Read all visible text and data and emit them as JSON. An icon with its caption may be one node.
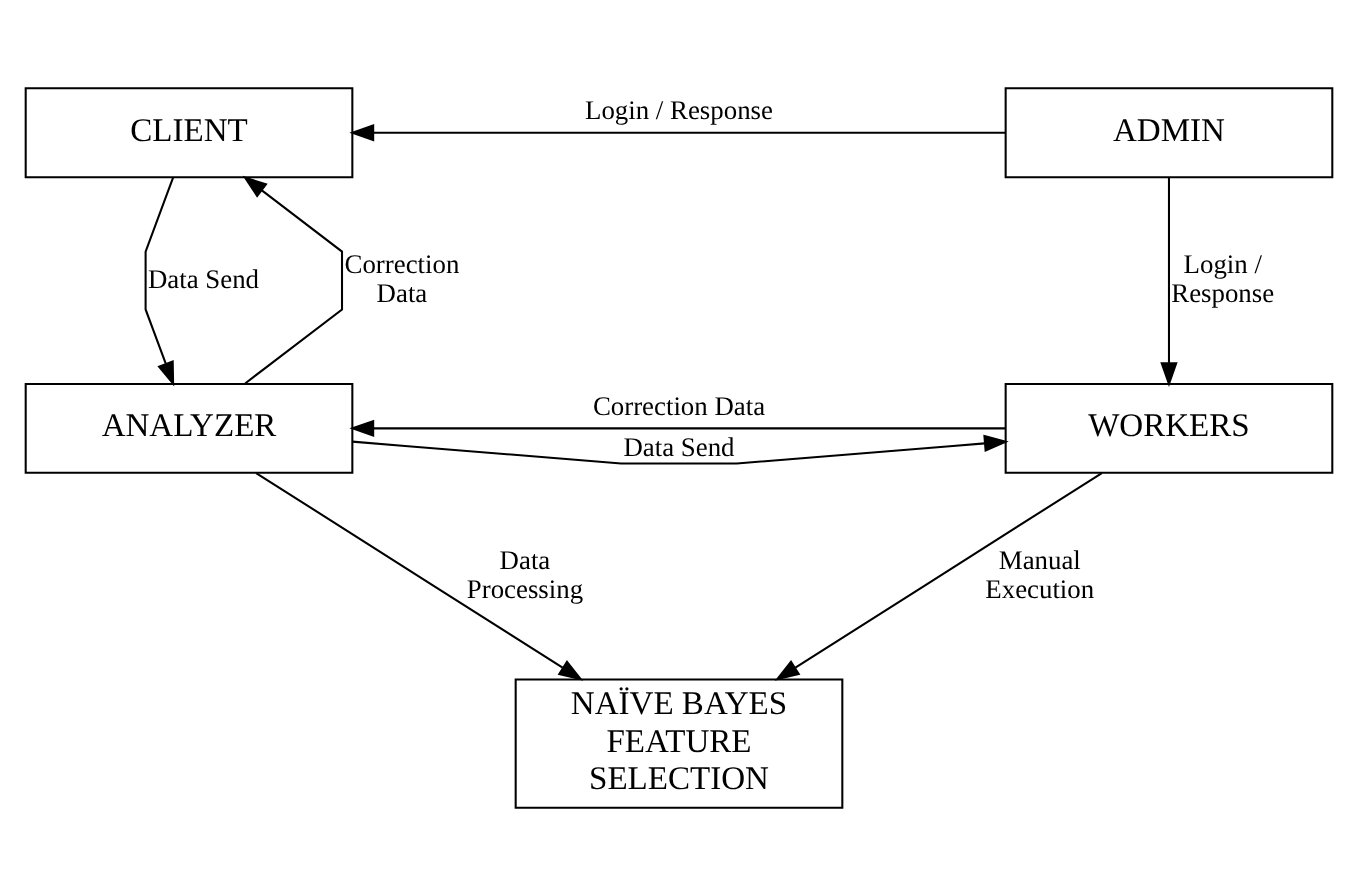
{
  "diagram": {
    "nodes": [
      {
        "text": [
          "CLIENT"
        ]
      },
      {
        "text": [
          "ADMIN"
        ]
      },
      {
        "text": [
          "ANALYZER"
        ]
      },
      {
        "text": [
          "WORKERS"
        ]
      },
      {
        "text": [
          "NAÏVE BAYES FEATURE SELECTION"
        ]
      }
    ],
    "edges": [
      {
        "from": 1,
        "to": 0,
        "arrow": "to",
        "label": "Login / Response"
      },
      {
        "from": 1,
        "to": 3,
        "arrow": "to",
        "label": "Login / Response"
      },
      {
        "from": 2,
        "to": 0,
        "arrow": "to",
        "label": "Correction Data"
      },
      {
        "from": 0,
        "to": 2,
        "arrow": "to",
        "label": "Data Send"
      },
      {
        "from": 3,
        "to": 2,
        "arrow": "to",
        "label": "Correction Data"
      },
      {
        "from": 2,
        "to": 3,
        "arrow": "to",
        "label": "Data Send"
      },
      {
        "from": 2,
        "to": 4,
        "arrow": "to",
        "label": "Data Processing"
      },
      {
        "from": 3,
        "to": 4,
        "arrow": "to",
        "label": "Manual Execution"
      }
    ]
  }
}
